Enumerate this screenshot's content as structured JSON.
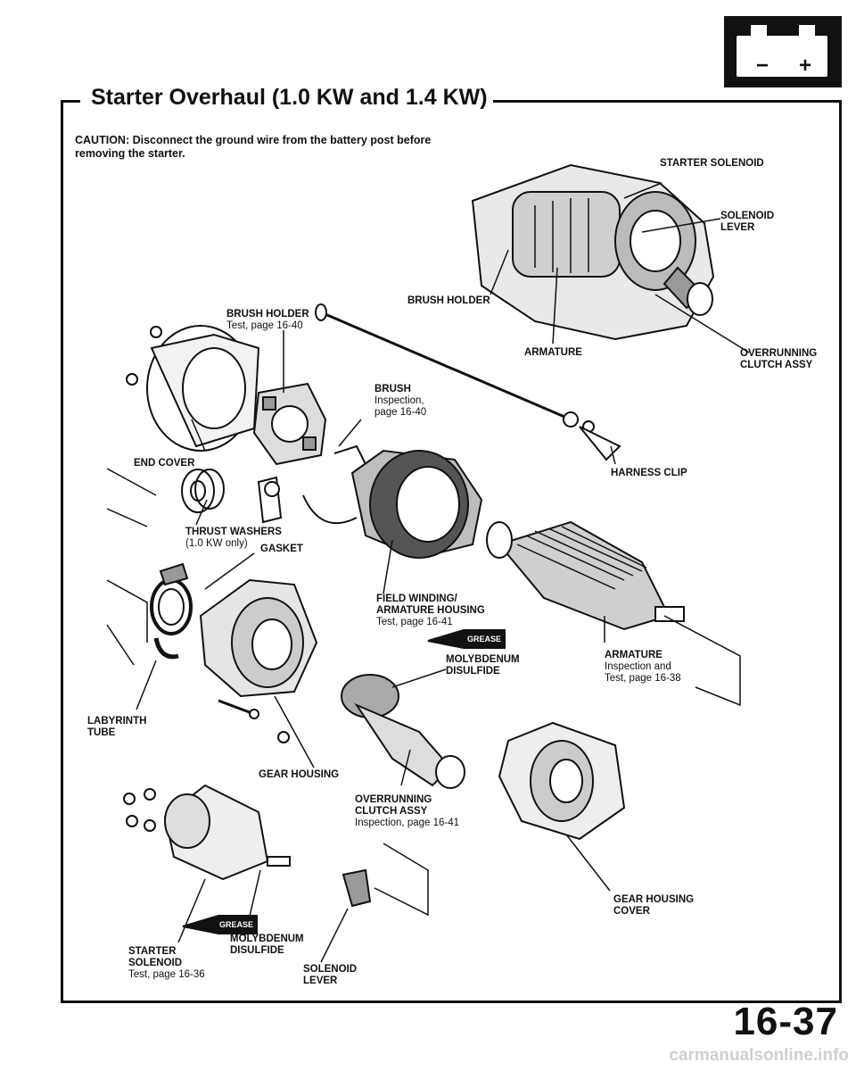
{
  "header": {
    "title": "Starter Overhaul (1.0 KW and 1.4 KW)"
  },
  "caution": {
    "text": "CAUTION: Disconnect the ground wire from the battery post before removing the starter."
  },
  "labels": {
    "starter_solenoid_top": {
      "title": "STARTER SOLENOID"
    },
    "solenoid_lever_top": {
      "title": "SOLENOID LEVER"
    },
    "brush_holder_test": {
      "title": "BRUSH HOLDER",
      "sub": "Test, page 16-40"
    },
    "brush_holder_top": {
      "title": "BRUSH HOLDER"
    },
    "armature_top": {
      "title": "ARMATURE"
    },
    "overrunning_clutch_top": {
      "title": "OVERRUNNING CLUTCH ASSY"
    },
    "brush": {
      "title": "BRUSH",
      "sub1": "Inspection,",
      "sub2": "page 16-40"
    },
    "end_cover": {
      "title": "END COVER"
    },
    "harness_clip": {
      "title": "HARNESS CLIP"
    },
    "thrust_washers": {
      "title": "THRUST WASHERS",
      "sub": "(1.0 KW only)"
    },
    "gasket": {
      "title": "GASKET"
    },
    "field_winding": {
      "title1": "FIELD WINDING/",
      "title2": "ARMATURE HOUSING",
      "sub": "Test, page 16-41"
    },
    "moly_top": {
      "title1": "MOLYBDENUM",
      "title2": "DISULFIDE"
    },
    "armature_inspect": {
      "title": "ARMATURE",
      "sub1": "Inspection and",
      "sub2": "Test, page 16-38"
    },
    "labyrinth_tube": {
      "title1": "LABYRINTH",
      "title2": "TUBE"
    },
    "gear_housing": {
      "title": "GEAR HOUSING"
    },
    "overrunning_clutch_inspect": {
      "title1": "OVERRUNNING",
      "title2": "CLUTCH ASSY",
      "sub": "Inspection, page 16-41"
    },
    "gear_housing_cover": {
      "title1": "GEAR HOUSING",
      "title2": "COVER"
    },
    "moly_bottom": {
      "title1": "MOLYBDENUM",
      "title2": "DISULFIDE"
    },
    "starter_solenoid_bottom": {
      "title1": "STARTER",
      "title2": "SOLENOID",
      "sub": "Test, page 16-36"
    },
    "solenoid_lever_bottom": {
      "title1": "SOLENOID",
      "title2": "LEVER"
    },
    "grease_tag": "GREASE"
  },
  "footer": {
    "page_number": "16-37",
    "watermark": "carmanualsonline.info"
  },
  "colors": {
    "ink": "#111111",
    "paper": "#ffffff"
  }
}
